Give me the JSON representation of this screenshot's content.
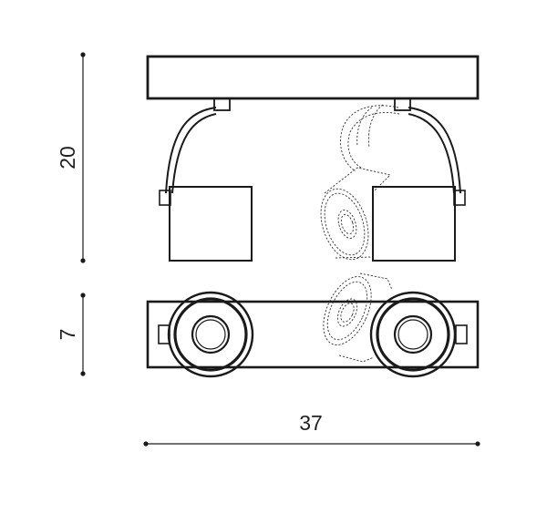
{
  "dimensions": {
    "height_total": "20",
    "depth": "7",
    "width": "37"
  },
  "colors": {
    "line": "#1a1a1a",
    "background": "#ffffff",
    "text": "#222222"
  }
}
